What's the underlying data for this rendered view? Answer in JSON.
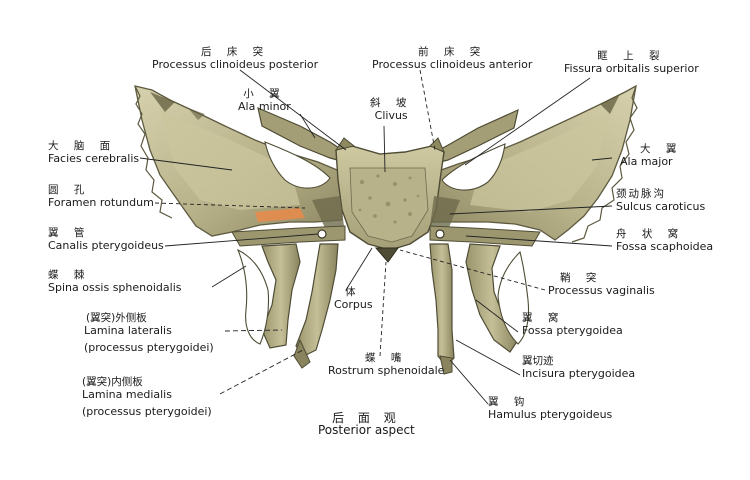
{
  "labels": {
    "proc_clin_post": {
      "zh": "后 床 突",
      "la": "Processus clinoideus posterior"
    },
    "ala_minor": {
      "zh": "小 翼",
      "la": "Ala minor"
    },
    "proc_clin_ant": {
      "zh": "前 床 突",
      "la": "Processus clinoideus anterior"
    },
    "clivus": {
      "zh": "斜 坡",
      "la": "Clivus"
    },
    "fissura": {
      "zh": "眶 上 裂",
      "la": "Fissura orbitalis superior"
    },
    "facies": {
      "zh": "大 脑 面",
      "la": "Facies cerebralis"
    },
    "ala_major": {
      "zh": "大 翼",
      "la": "Ala major"
    },
    "foramen": {
      "zh": "圆 孔",
      "la": "Foramen rotundum"
    },
    "sulcus": {
      "zh": "颈动脉沟",
      "la": "Sulcus caroticus"
    },
    "canalis": {
      "zh": "翼 管",
      "la": "Canalis pterygoideus"
    },
    "fossa_scaph": {
      "zh": "舟 状 窝",
      "la": "Fossa scaphoidea"
    },
    "spina": {
      "zh": "蝶 棘",
      "la": "Spina ossis sphenoidalis"
    },
    "proc_vag": {
      "zh": "鞘 突",
      "la": "Processus vaginalis"
    },
    "corpus": {
      "zh": "体",
      "la": "Corpus"
    },
    "lam_lat": {
      "zh": "(翼突)外侧板",
      "la": "Lamina lateralis",
      "sub": "(processus pterygoidei)"
    },
    "fossa_pter": {
      "zh": "翼 窝",
      "la": "Fossa pterygoidea"
    },
    "rostrum": {
      "zh": "蝶 嘴",
      "la": "Rostrum sphenoidale"
    },
    "incisura": {
      "zh": "翼切迹",
      "la": "Incisura pterygoidea"
    },
    "lam_med": {
      "zh": "(翼突)内侧板",
      "la": "Lamina medialis",
      "sub": "(processus pterygoidei)"
    },
    "hamulus": {
      "zh": "翼 钩",
      "la": "Hamulus pterygoideus"
    }
  },
  "caption": {
    "zh": "后 面 观",
    "la": "Posterior aspect"
  },
  "colors": {
    "bone_light": "#c7c29f",
    "bone_mid": "#a8a27a",
    "bone_dark": "#6e6a4c",
    "bone_shadow": "#4f4c35",
    "accent_orange": "#e98a4a",
    "leader": "#222222"
  }
}
